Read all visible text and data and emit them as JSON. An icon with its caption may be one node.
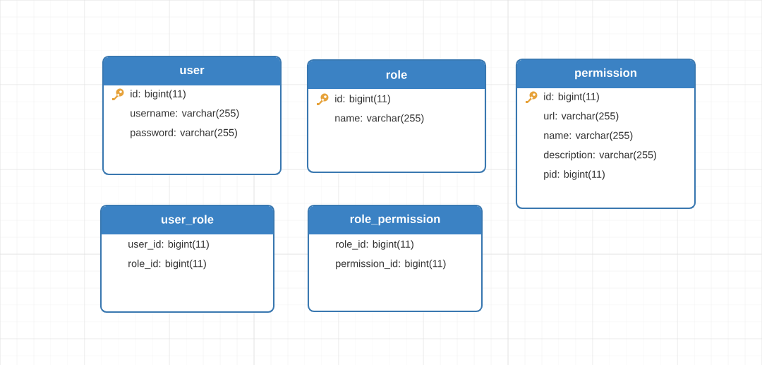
{
  "diagram": {
    "nodes": [
      {
        "text": [
          "user",
          "id: bigint(11)",
          "username: varchar(255)",
          "password: varchar(255)"
        ]
      },
      {
        "text": [
          "role",
          "id: bigint(11)",
          "name: varchar(255)"
        ]
      },
      {
        "text": [
          "permission",
          "id: bigint(11)",
          "url: varchar(255)",
          "name: varchar(255)",
          "description: varchar(255)",
          "pid: bigint(11)"
        ]
      },
      {
        "text": [
          "user_role",
          "user_id: bigint(11)",
          "role_id: bigint(11)"
        ]
      },
      {
        "text": [
          "role_permission",
          "role_id: bigint(11)",
          "permission_id: bigint(11)"
        ]
      }
    ]
  }
}
